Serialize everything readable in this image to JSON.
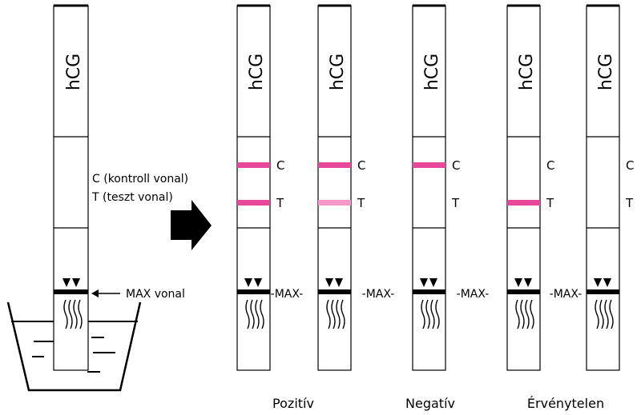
{
  "strip_label": "hCG",
  "explain_strip": {
    "c_label": "C (kontroll vonal)",
    "t_label": "T (teszt vonal)",
    "max_label": "MAX vonal"
  },
  "max_marker": "MAX",
  "results": [
    {
      "strip_index": 0,
      "c": "C",
      "t": "T",
      "c_line": "strong",
      "t_line": "strong"
    },
    {
      "strip_index": 1,
      "c": "C",
      "t": "T",
      "c_line": "strong",
      "t_line": "faint"
    },
    {
      "strip_index": 2,
      "c": "C",
      "t": "T",
      "c_line": "strong",
      "t_line": "none"
    },
    {
      "strip_index": 3,
      "c": "C",
      "t": "T",
      "c_line": "none",
      "t_line": "strong"
    },
    {
      "strip_index": 4,
      "c": "C",
      "t": "T",
      "c_line": "none",
      "t_line": "none"
    }
  ],
  "group_labels": [
    "Pozitív",
    "Negatív",
    "Érvénytelen"
  ],
  "colors": {
    "line_strong": "#e8489a",
    "line_faint": "#f59ac8",
    "outline": "#000000"
  }
}
